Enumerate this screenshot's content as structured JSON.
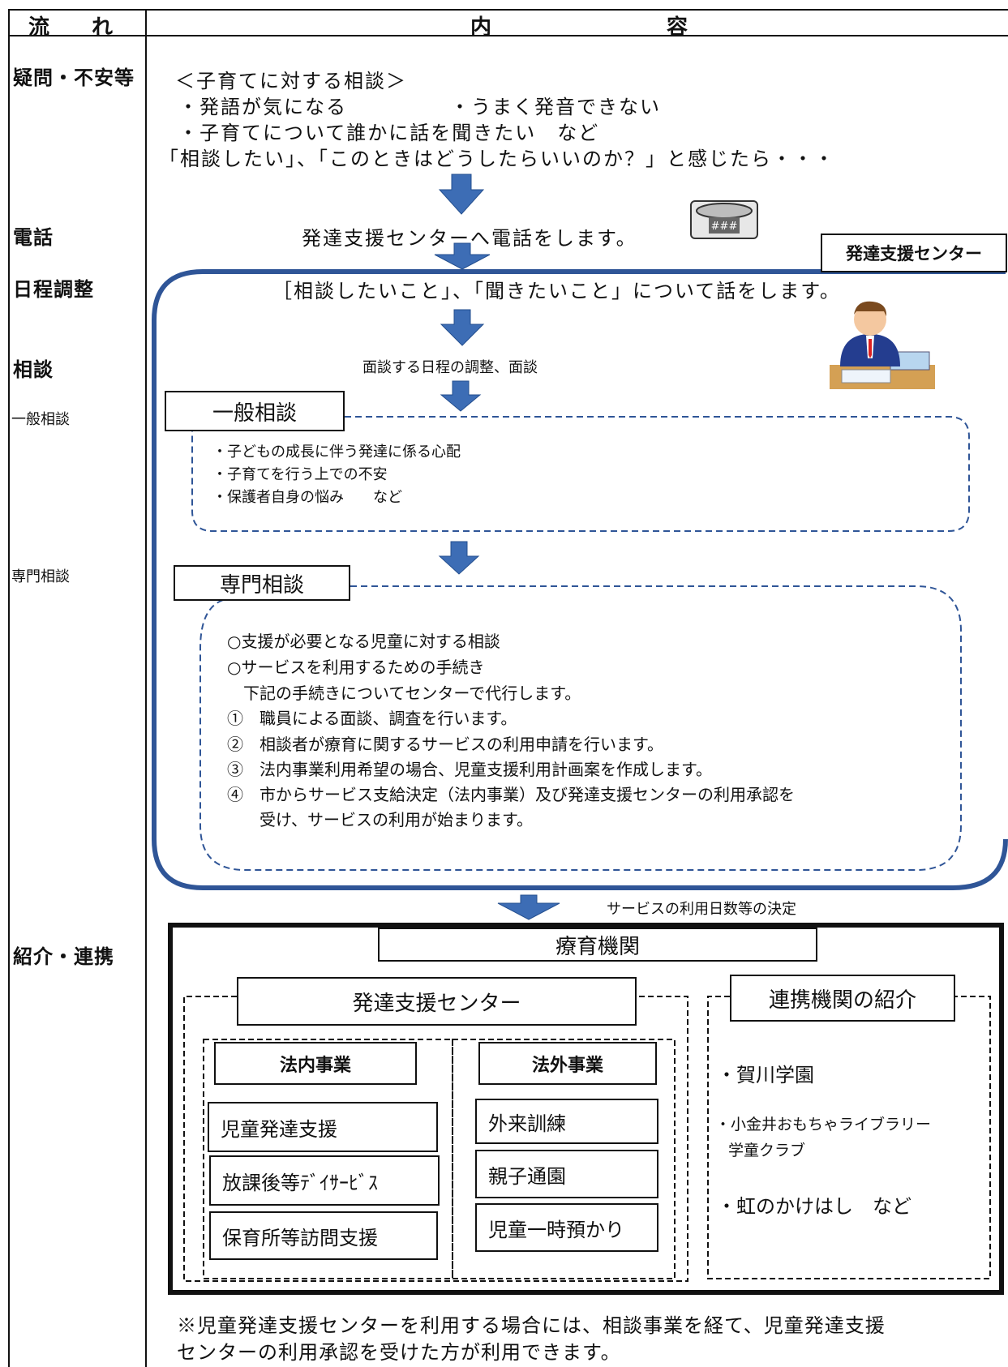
{
  "header": {
    "col_flow": "流　　れ",
    "col_content_1": "内",
    "col_content_2": "容"
  },
  "left_labels": {
    "doubts": "疑問・不安等",
    "phone": "電話",
    "schedule": "日程調整",
    "consult": "相談",
    "general": "一般相談",
    "specialist": "専門相談",
    "referral": "紹介・連携"
  },
  "consult_intro": {
    "title": "＜子育てに対する相談＞",
    "item1": "・発語が気になる",
    "item2": "・うまく発音できない",
    "item3": "・子育てについて誰かに話を聞きたい　など",
    "closing": "「相談したい」、「このときはどうしたらいいのか？」と感じたら・・・"
  },
  "phone_text": "発達支援センターへ電話をします。",
  "center_label": "発達支援センター",
  "talk_text": "［相談したいこと」、「聞きたいこと」について話をします。",
  "schedule_text": "面談する日程の調整、面談",
  "general": {
    "title": "一般相談",
    "items": [
      "・子どもの成長に伴う発達に係る心配",
      "・子育てを行う上での不安",
      "・保護者自身の悩み　　など"
    ]
  },
  "specialist": {
    "title": "専門相談",
    "lines": [
      "○支援が必要となる児童に対する相談",
      "○サービスを利用するための手続き",
      "　下記の手続きについてセンターで代行します。",
      "①　職員による面談、調査を行います。",
      "②　相談者が療育に関するサービスの利用申請を行います。",
      "③　法内事業利用希望の場合、児童支援利用計画案を作成します。",
      "④　市からサービス支給決定（法内事業）及び発達支援センターの利用承認を",
      "　　受け、サービスの利用が始まります。"
    ]
  },
  "decision_text": "サービスの利用日数等の決定",
  "ryoiku": {
    "title": "療育機関",
    "center_title": "発達支援センター",
    "legal": {
      "title": "法内事業",
      "items": [
        "児童発達支援",
        "放課後等ﾃﾞｲｻｰﾋﾞｽ",
        "保育所等訪問支援"
      ]
    },
    "nonlegal": {
      "title": "法外事業",
      "items": [
        "外来訓練",
        "親子通園",
        "児童一時預かり"
      ]
    },
    "partners": {
      "title": "連携機関の紹介",
      "item1": "・賀川学園",
      "item2a": "・小金井おもちゃライブラリー",
      "item2b": "学童クラブ",
      "item3": "・虹のかけはし　など"
    }
  },
  "footnote": {
    "line1": "※児童発達支援センターを利用する場合には、相談事業を経て、児童発達支援",
    "line2": "センターの利用承認を受けた方が利用できます。"
  },
  "colors": {
    "arrow": "#3d6db5",
    "arrow_dark": "#244f8f",
    "frame_blue": "#2f5597",
    "line": "#111111"
  }
}
